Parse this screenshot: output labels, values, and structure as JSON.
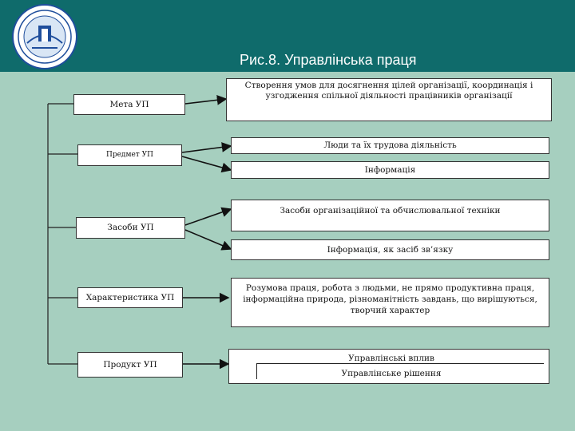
{
  "header": {
    "title": "Рис.8. Управлінська праця",
    "logo_name": "university-seal",
    "colors": {
      "header_bg": "#0f6b6b",
      "content_bg": "#a6cfbf"
    }
  },
  "diagram": {
    "left_boxes": {
      "meta": "Мета УП",
      "predmet": "Предмет УП",
      "zasoby": "Засоби УП",
      "kharakterystyka": "Характеристика УП",
      "produkt": "Продукт УП"
    },
    "right_boxes": {
      "meta_desc": "Створення умов для досягнення цілей організації, координація і узгодження спільної діяльності працівників організації",
      "people": "Люди та їх трудова діяльність",
      "info": "Інформація",
      "tech": "Засоби організаційної та обчислювальної техніки",
      "info_comm": "Інформація, як засіб зв’язку",
      "character": "Розумова праця, робота з людьми, не прямо продуктивна праця, інформаційна природа, різноманітність завдань, що вирішуються, творчий характер",
      "product_top": "Управлінські вплив",
      "product_bottom": "Управлінське рішення"
    }
  }
}
